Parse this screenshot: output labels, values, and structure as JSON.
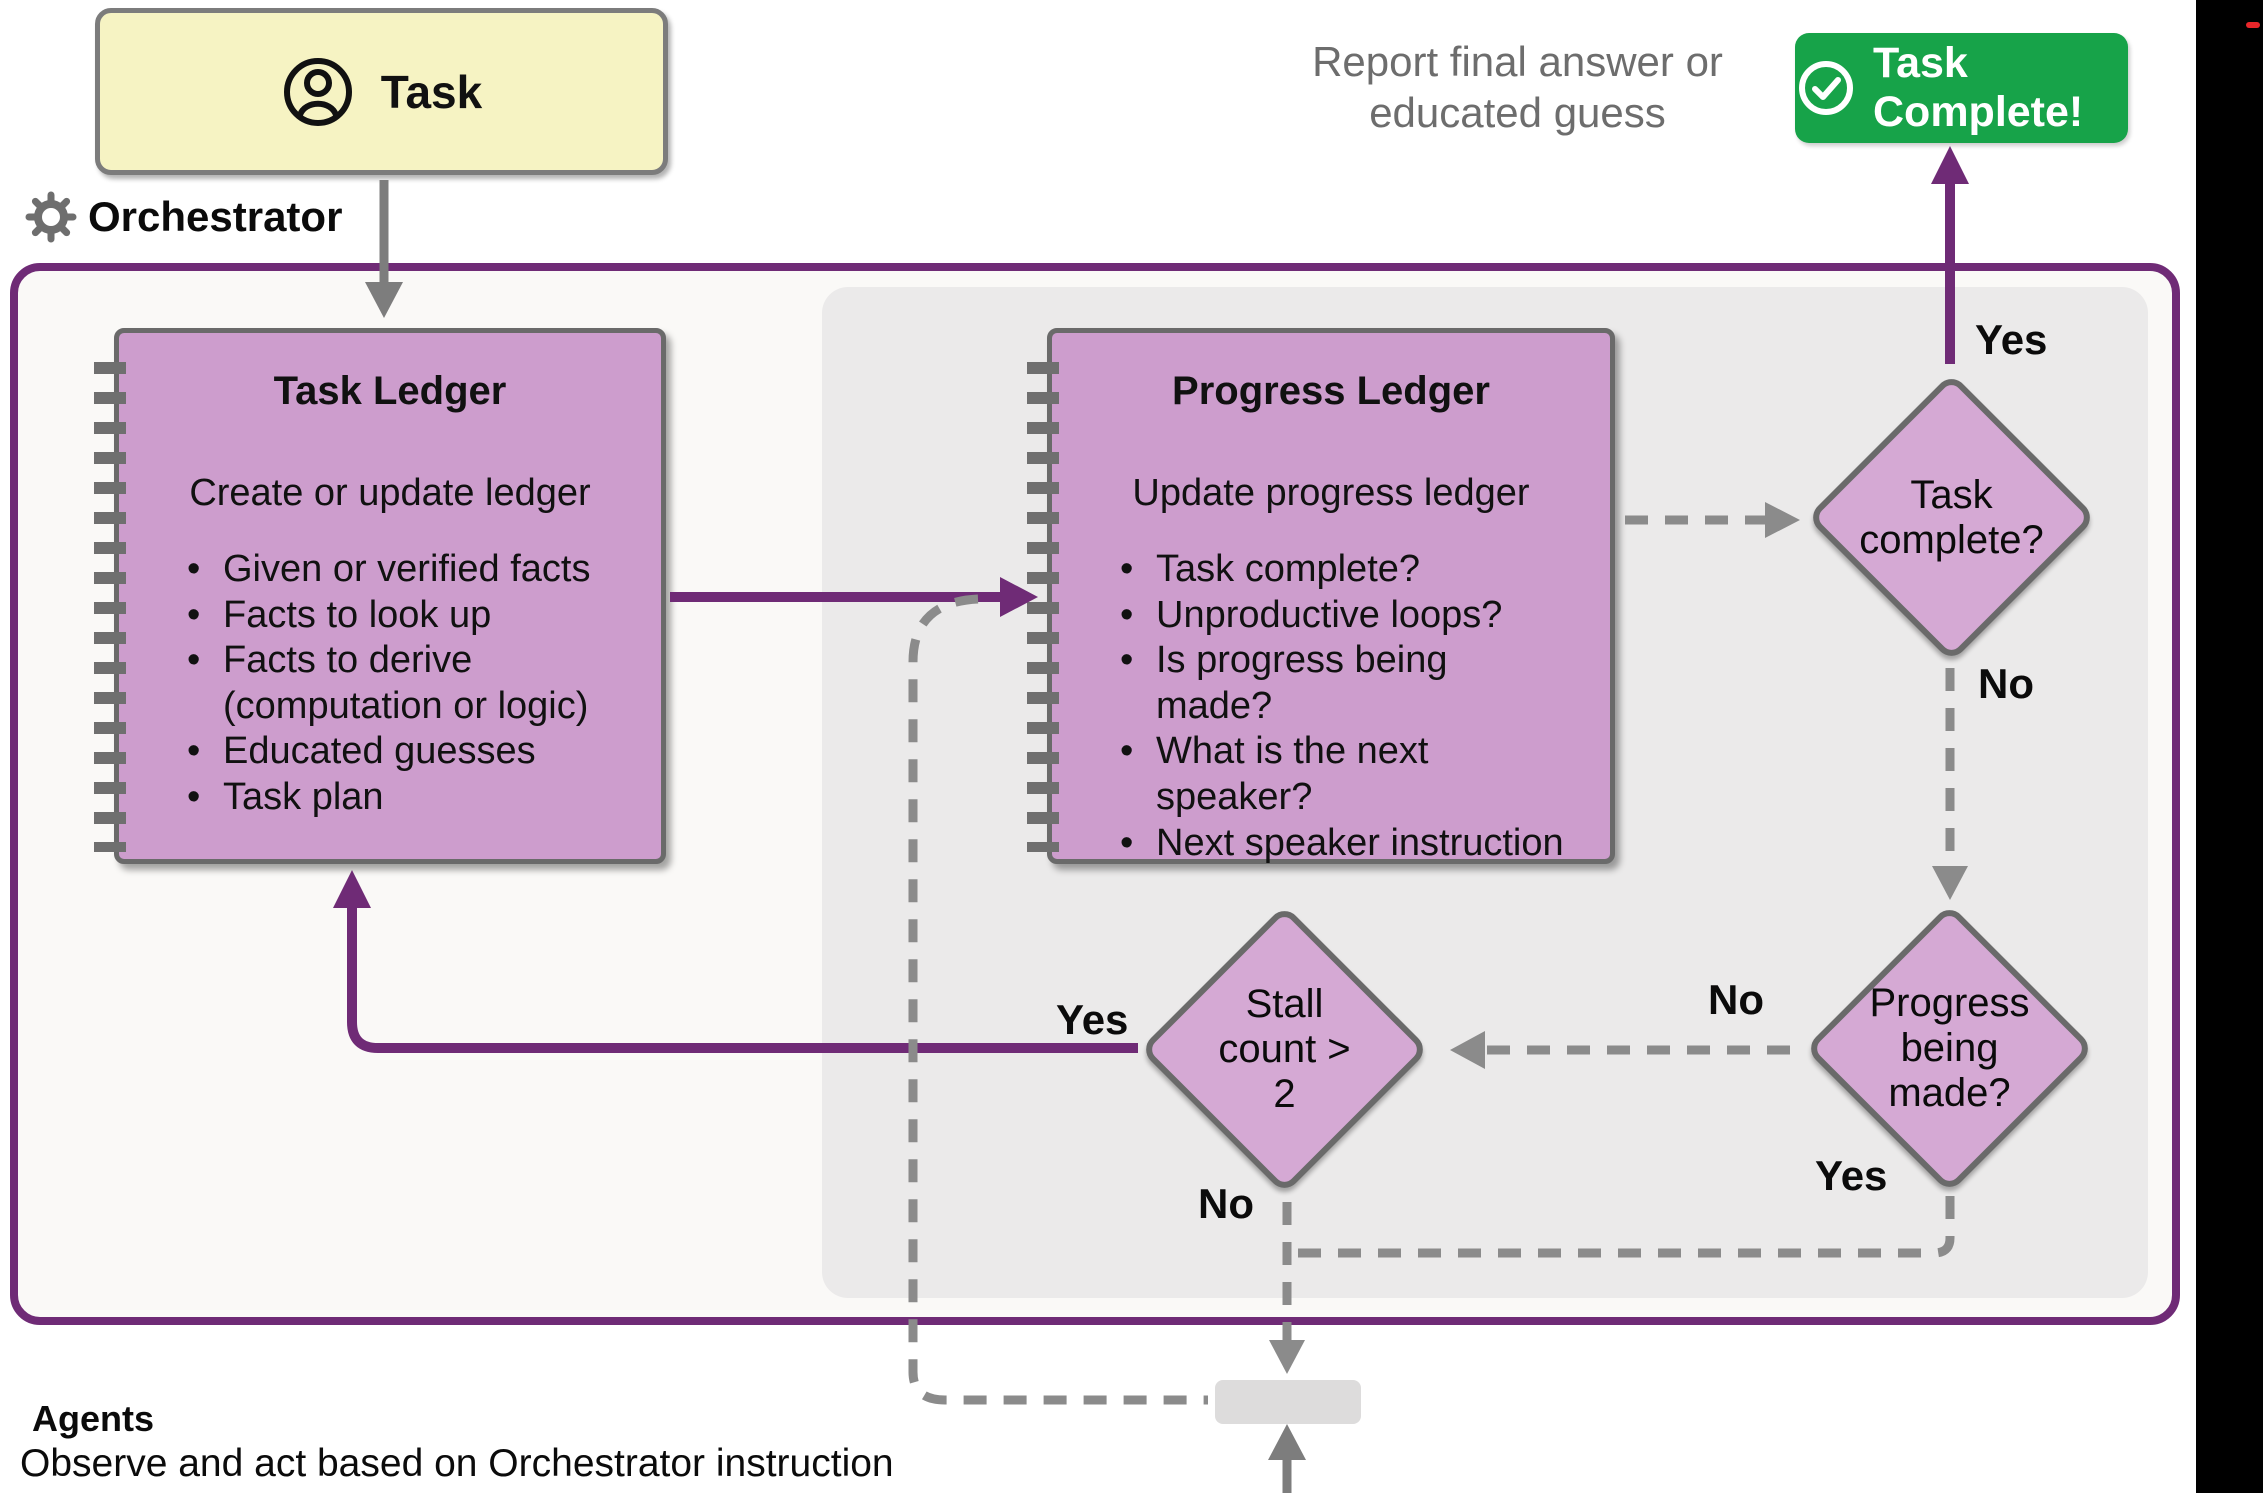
{
  "colors": {
    "accent_purple": "#6f2b76",
    "ledger_pink": "#cd9dcd",
    "diamond_pink": "#d5a9d4",
    "task_yellow": "#f6f3c3",
    "success_green": "#17a349",
    "panel_gray": "#ebeaea",
    "wire_dash_gray": "#8b8b8b",
    "wire_solid_gray": "#7d7d7d",
    "box_border_gray": "#6a6a6a"
  },
  "task_box": {
    "label": "Task",
    "icon": "person-circle-icon"
  },
  "orchestrator": {
    "label": "Orchestrator",
    "icon": "gear-icon"
  },
  "task_ledger": {
    "title": "Task Ledger",
    "subtitle": "Create or update ledger",
    "items": [
      "Given or verified facts",
      "Facts to look up",
      "Facts to derive\n(computation or logic)",
      "Educated guesses",
      "Task plan"
    ]
  },
  "progress_ledger": {
    "title": "Progress Ledger",
    "subtitle": "Update progress ledger",
    "items": [
      "Task complete?",
      "Unproductive loops?",
      "Is progress being\nmade?",
      "What is the next\nspeaker?",
      "Next speaker instruction"
    ]
  },
  "decisions": {
    "task_complete": {
      "label": "Task\ncomplete?"
    },
    "progress": {
      "label": "Progress\nbeing\nmade?"
    },
    "stall": {
      "label": "Stall\ncount >\n2"
    }
  },
  "edges": {
    "task_complete_yes": "Yes",
    "task_complete_no": "No",
    "progress_no": "No",
    "progress_yes": "Yes",
    "stall_yes": "Yes",
    "stall_no": "No"
  },
  "outcome": {
    "report_text": "Report final answer or\neducated guess",
    "button_label": "Task Complete!",
    "button_icon": "check-circle-icon"
  },
  "agents": {
    "title": "Agents",
    "description": "Observe and act based on Orchestrator instruction"
  }
}
